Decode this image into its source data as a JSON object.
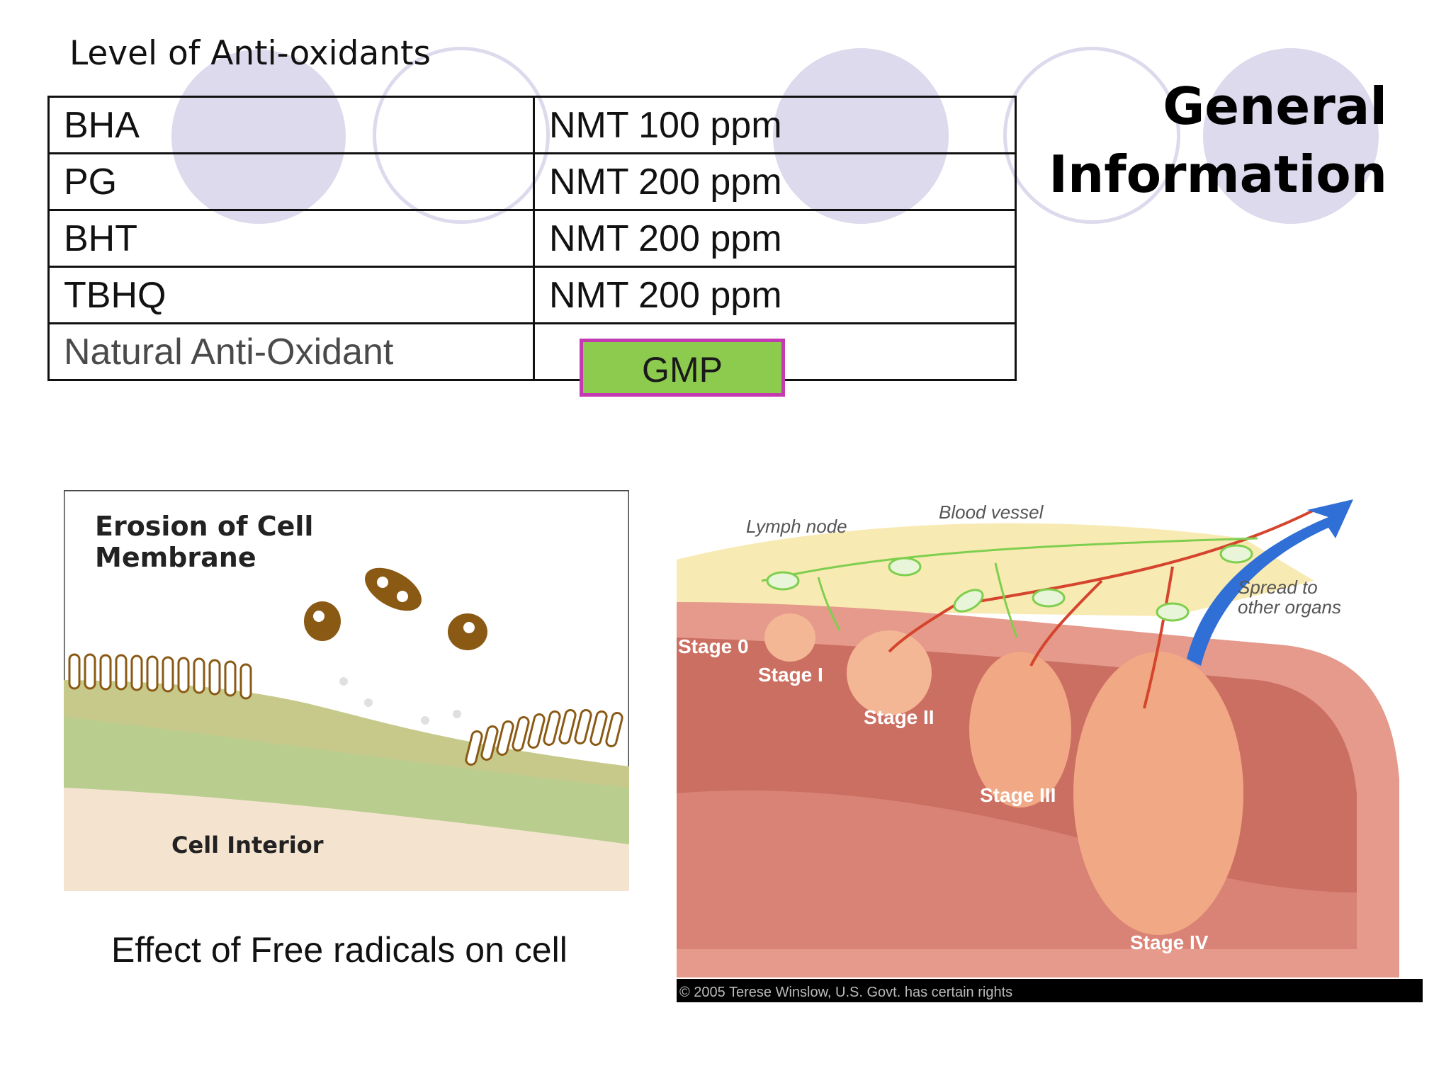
{
  "slide": {
    "subtitle": "Level of Anti-oxidants",
    "title_line1": "General",
    "title_line2": "Information"
  },
  "table": {
    "rows": [
      {
        "name": "BHA",
        "limit": "NMT 100 ppm"
      },
      {
        "name": "PG",
        "limit": "NMT 200 ppm"
      },
      {
        "name": "BHT",
        "limit": "NMT 200 ppm"
      },
      {
        "name": "TBHQ",
        "limit": "NMT 200 ppm"
      },
      {
        "name": "Natural Anti-Oxidant",
        "limit": ""
      }
    ],
    "gmp_label": "GMP"
  },
  "figure_left": {
    "heading_line1": "Erosion of Cell",
    "heading_line2": "Membrane",
    "interior_label": "Cell Interior",
    "caption": "Effect of Free radicals on cell"
  },
  "figure_right": {
    "labels": {
      "lymph_node": "Lymph node",
      "blood_vessel": "Blood vessel",
      "spread_line1": "Spread to",
      "spread_line2": "other organs",
      "stage0": "Stage 0",
      "stage1": "Stage I",
      "stage2": "Stage II",
      "stage3": "Stage III",
      "stage4": "Stage IV"
    },
    "credit": "© 2005 Terese Winslow, U.S. Govt. has certain rights"
  },
  "colors": {
    "decor_circle": "#dcdaec",
    "gmp_fill": "#8ccb4d",
    "gmp_border": "#c43ab0",
    "arrow_blue": "#2f6fd6"
  }
}
